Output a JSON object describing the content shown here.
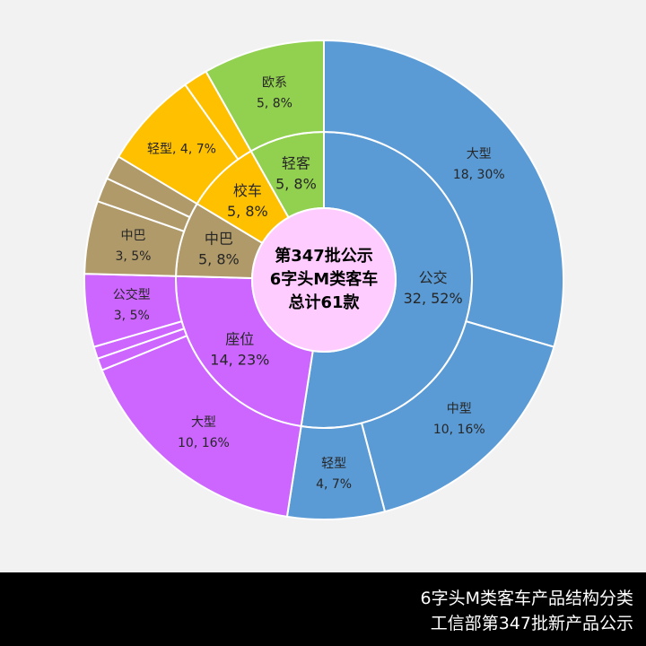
{
  "chart_data": {
    "type": "sunburst",
    "center_title": [
      "第347批公示",
      "6字头M类客车",
      "总计61款"
    ],
    "total": 61,
    "categories": [
      {
        "name": "公交",
        "value": 32,
        "label": "32, 52%",
        "color": "#5b9bd5",
        "children": [
          {
            "name": "大型",
            "value": 18,
            "label": "18, 30%"
          },
          {
            "name": "中型",
            "value": 10,
            "label": "10, 16%"
          },
          {
            "name": "轻型",
            "value": 4,
            "label": "4, 7%"
          }
        ]
      },
      {
        "name": "座位",
        "value": 14,
        "label": "14, 23%",
        "color": "#cc66ff",
        "children": [
          {
            "name": "大型",
            "value": 10,
            "label": "10, 16%"
          },
          {
            "name": "",
            "value": 0.5,
            "label": ""
          },
          {
            "name": "",
            "value": 0.5,
            "label": ""
          },
          {
            "name": "公交型",
            "value": 3,
            "label": "3, 5%"
          }
        ]
      },
      {
        "name": "中巴",
        "value": 5,
        "label": "5, 8%",
        "color": "#b09a6a",
        "children": [
          {
            "name": "中巴",
            "value": 3,
            "label": "3, 5%"
          },
          {
            "name": "",
            "value": 1,
            "label": ""
          },
          {
            "name": "",
            "value": 1,
            "label": ""
          }
        ]
      },
      {
        "name": "校车",
        "value": 5,
        "label": "5, 8%",
        "color": "#ffc000",
        "children": [
          {
            "name": "轻型",
            "value": 4,
            "label": "4, 7%",
            "inline": true
          },
          {
            "name": "",
            "value": 1,
            "label": ""
          }
        ]
      },
      {
        "name": "轻客",
        "value": 5,
        "label": "5, 8%",
        "color": "#92d050",
        "children": [
          {
            "name": "欧系",
            "value": 5,
            "label": "5, 8%"
          }
        ]
      }
    ],
    "center_color": "#ffccff"
  },
  "footer": {
    "line1": "6字头M类客车产品结构分类",
    "line2": "工信部第347批新产品公示"
  }
}
